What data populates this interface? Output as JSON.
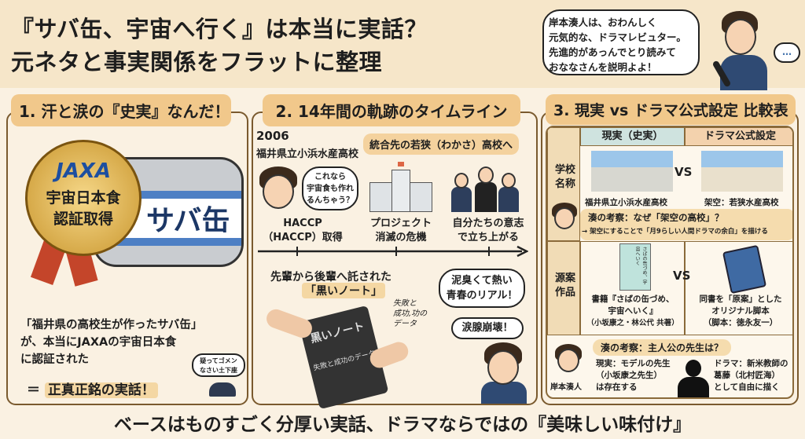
{
  "header": {
    "title_line1": "『サバ缶、宇宙へ行く』は本当に実話？",
    "title_line2": "元ネタと事実関係をフラットに整理",
    "speech": [
      "岸本湊人は、おわんしく",
      "元気的な、ドラマレビュター。",
      "先進的があっんでとり読みて",
      "おななさんを説明よよ！"
    ],
    "dots": "…"
  },
  "section1": {
    "heading": "1. 汗と涙の『史実』なんだ！",
    "medal_logo": "JAXA",
    "medal_line1": "宇宙日本食",
    "medal_line2": "認証取得",
    "can_label": "サバ缶",
    "body": [
      "「福井県の高校生が作ったサバ缶」",
      "が、本当にJAXAの宇宙日本食",
      "に認証された"
    ],
    "conclusion_prefix": "＝",
    "conclusion": "正真正銘の実話！",
    "apology": [
      "疑ってゴメン",
      "なさい土下座"
    ]
  },
  "section2": {
    "heading": "2. 14年間の軌跡のタイムライン",
    "year": "2006",
    "school": "福井県立小浜水産高校",
    "merge_bubble": "統合先の若狭（わかさ）高校へ",
    "student_bubble": [
      "これなら",
      "宇宙食も作れ",
      "るんちゃう？"
    ],
    "milestones": [
      {
        "line1": "HACCP",
        "line2": "（HACCP）取得"
      },
      {
        "line1": "プロジェクト",
        "line2": "消滅の危機"
      },
      {
        "line1": "自分たちの意志",
        "line2": "で立ち上がる"
      }
    ],
    "note_caption1": "先輩から後輩へ託された",
    "note_caption2": "「黒いノート」",
    "note_cover1": "黒いノート",
    "note_cover2": "失敗と成功のデータ",
    "note_annotation": [
      "失敗と",
      "成功,功の",
      "データ"
    ],
    "youth_bubble": [
      "泥臭くて熱い",
      "青春のリアル！"
    ],
    "cry_bubble": "涙腺崩壊！"
  },
  "section3": {
    "heading": "3. 現実 vs ドラマ公式設定 比較表",
    "col_real": "現実（史実）",
    "col_drama": "ドラマ公式設定",
    "vs": "VS",
    "row1_label": [
      "学校",
      "名称"
    ],
    "row1_real": "福井県立小浜水産高校",
    "row1_drama": "架空：若狭水産高校",
    "insight1_title": "湊の考察：なぜ「架空の高校」？",
    "insight1_body": "→ 架空にすることで「月9らしい人間ドラマの余白」を描ける",
    "row2_label": [
      "源案",
      "作品"
    ],
    "row2_real": [
      "書籍『さばの缶づめ、",
      "宇宙へいく』",
      "（小坂康之・林公代 共著）"
    ],
    "row2_drama": [
      "同書を「原案」とした",
      "オリジナル脚本",
      "（脚本：徳永友一）"
    ],
    "book_title": "さばの缶づめ、宇宙へいく",
    "insight2_title": "湊の考察：主人公の先生は？",
    "reviewer_name": "岸本湊人",
    "insight2_real": [
      "現実：モデルの先生",
      "（小坂康之先生）",
      "は存在する"
    ],
    "insight2_drama": [
      "ドラマ：新米教師の",
      "葛藤（北村匠海）",
      "として自由に描く"
    ]
  },
  "footer": {
    "text": "ベースはものすごく分厚い実話、ドラマならではの『美味しい味付け』"
  },
  "colors": {
    "pill": "#f1c88b",
    "border": "#7a5a2e",
    "bg": "#faf1e2",
    "blue": "#2b5aa8"
  }
}
